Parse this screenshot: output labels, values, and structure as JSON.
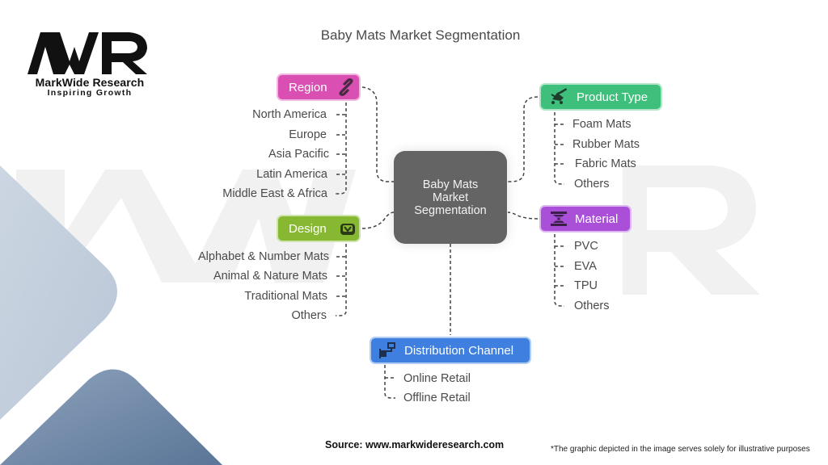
{
  "brand": {
    "logo_text": "MWR",
    "name": "MarkWide Research",
    "tagline": "Inspiring Growth"
  },
  "title": "Baby Mats Market Segmentation",
  "center": {
    "lines": [
      "Baby Mats",
      "Market",
      "Segmentation"
    ]
  },
  "categories": {
    "region": {
      "label": "Region",
      "icon": "link-icon",
      "color": "#d94fb2",
      "items": [
        "North America",
        "Europe",
        "Asia Pacific",
        "Latin America",
        "Middle East & Africa"
      ]
    },
    "design": {
      "label": "Design",
      "icon": "sofa-check-icon",
      "color": "#86b832",
      "items": [
        "Alphabet & Number Mats",
        "Animal & Nature Mats",
        "Traditional Mats",
        "Others"
      ]
    },
    "product_type": {
      "label": "Product Type",
      "icon": "stroller-icon",
      "color": "#3ec07c",
      "items": [
        "Foam Mats",
        "Rubber Mats",
        "Fabric Mats",
        "Others"
      ]
    },
    "material": {
      "label": "Material",
      "icon": "hourglass-material-icon",
      "color": "#a94fd8",
      "items": [
        "PVC",
        "EVA",
        "TPU",
        "Others"
      ]
    },
    "distribution_channel": {
      "label": "Distribution Channel",
      "icon": "network-icon",
      "color": "#3e7fe0",
      "items": [
        "Online Retail",
        "Offline Retail"
      ]
    }
  },
  "footer": {
    "source": "Source: www.markwideresearch.com",
    "disclaimer": "*The graphic depicted in the image serves solely for illustrative purposes"
  }
}
